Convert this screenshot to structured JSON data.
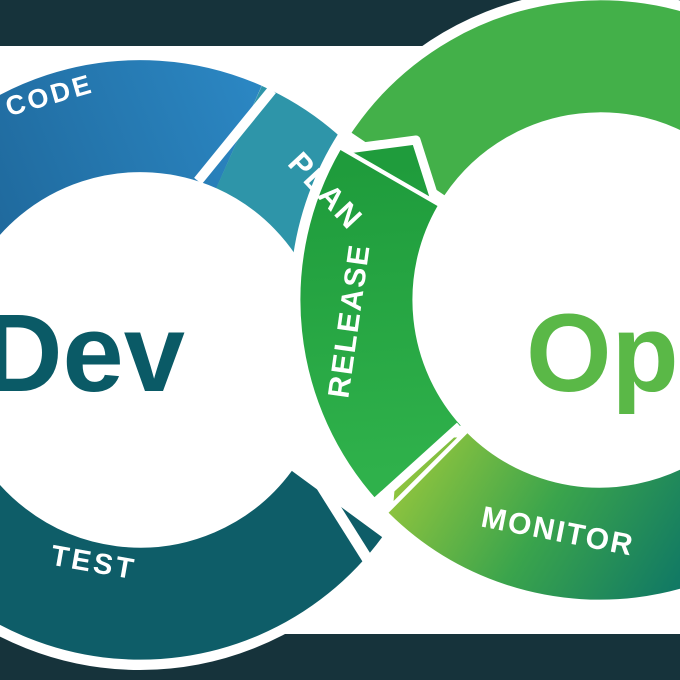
{
  "diagram": {
    "dev_label": "Dev",
    "ops_label": "Op",
    "colors": {
      "background": "#ffffff",
      "frame": "#16333b",
      "outline": "#ffffff",
      "dev_text": "#0a5a66",
      "ops_text": "#5ab847"
    },
    "segments": {
      "code": {
        "label": "CODE",
        "color_left": "#1d6496",
        "color_right": "#2b86c2",
        "text_color": "#ffffff"
      },
      "plan": {
        "label": "PLAN",
        "color": "#2e95a9",
        "text_color": "#ffffff"
      },
      "test": {
        "label": "TEST",
        "color": "#0e5d68",
        "text_color": "#ffffff"
      },
      "release": {
        "label": "RELEASE",
        "color_bottom": "#2fb14b",
        "color_top": "#1f9c3c",
        "text_color": "#ffffff"
      },
      "ops_upper": {
        "color": "#43b049"
      },
      "monitor": {
        "label": "MONITOR",
        "color_start": "#9cc93c",
        "color_mid": "#3aa44c",
        "color_end": "#0d7566",
        "text_color": "#ffffff"
      }
    }
  }
}
